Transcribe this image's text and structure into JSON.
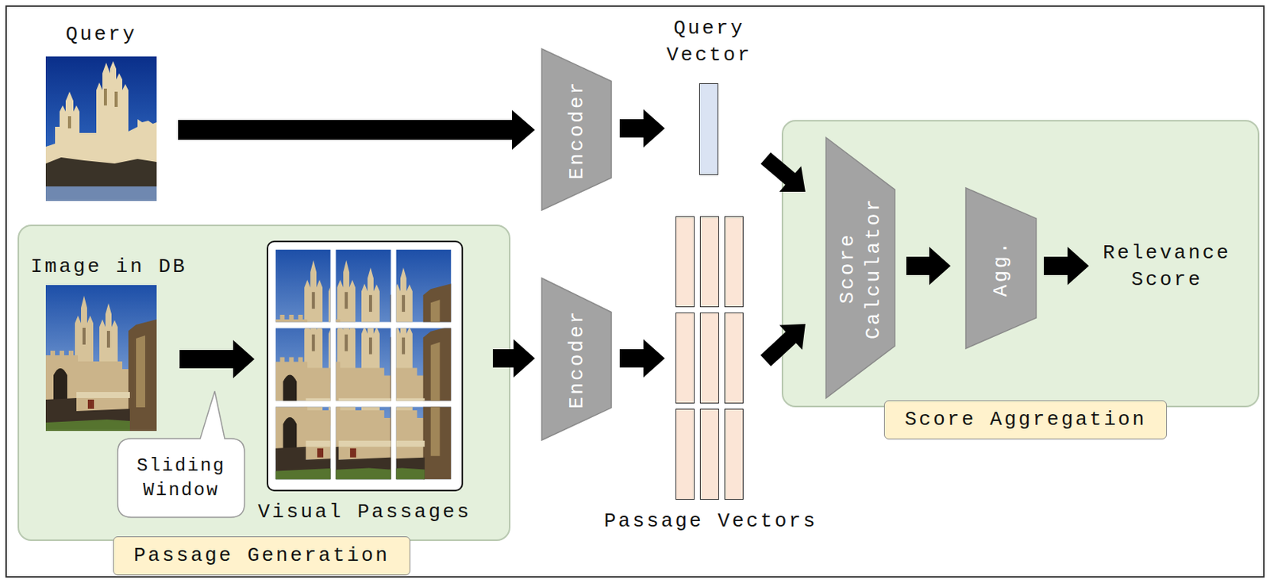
{
  "diagram": {
    "nodes": [
      {
        "text": [
          "Query"
        ]
      },
      {
        "text": [
          "Encoder"
        ]
      },
      {
        "text": [
          "Query Vector"
        ]
      },
      {
        "text": [
          "Passage Generation"
        ]
      },
      {
        "text": [
          "Image in DB"
        ],
        "in": 3
      },
      {
        "text": [
          "Sliding Window"
        ],
        "in": 3
      },
      {
        "text": [
          "Visual Passages"
        ],
        "in": 3
      },
      {
        "text": [
          "Encoder"
        ]
      },
      {
        "text": [
          "Passage Vectors"
        ]
      },
      {
        "text": [
          "Score Aggregation"
        ]
      },
      {
        "text": [
          "Score Calculator"
        ],
        "in": 9
      },
      {
        "text": [
          "Agg."
        ],
        "in": 9
      },
      {
        "text": [
          "Relevance Score"
        ],
        "in": 9
      }
    ],
    "edges": [
      {
        "from": 0,
        "to": 1,
        "arrow": "to"
      },
      {
        "from": 1,
        "to": 2,
        "arrow": "to"
      },
      {
        "from": 4,
        "to": 6,
        "arrow": "to"
      },
      {
        "from": 6,
        "to": 7,
        "arrow": "to"
      },
      {
        "from": 7,
        "to": 8,
        "arrow": "to"
      },
      {
        "from": 2,
        "to": 10,
        "arrow": "to"
      },
      {
        "from": 8,
        "to": 10,
        "arrow": "to"
      },
      {
        "from": 10,
        "to": 11,
        "arrow": "to"
      },
      {
        "from": 11,
        "to": 12,
        "arrow": "to"
      }
    ]
  }
}
